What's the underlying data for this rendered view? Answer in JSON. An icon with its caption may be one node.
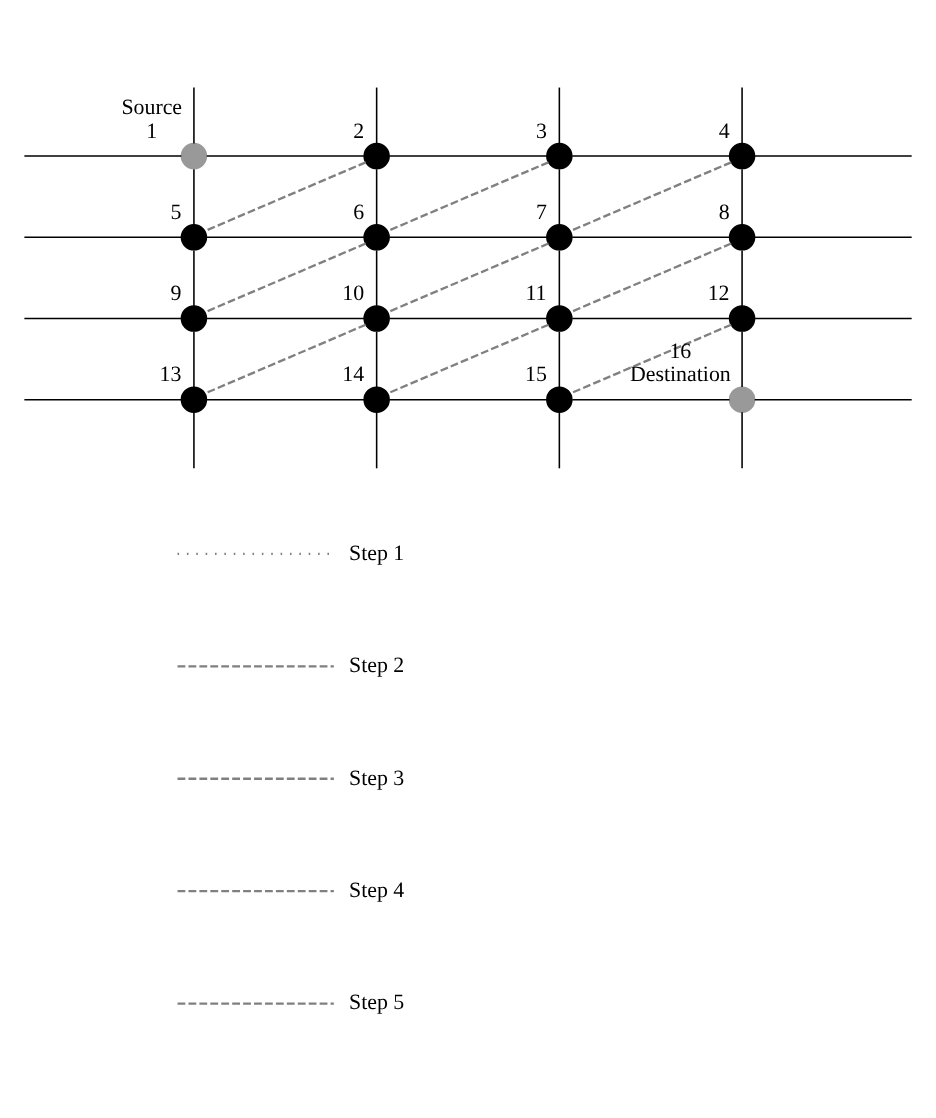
{
  "diagram": {
    "nodes": [
      {
        "text": [],
        "shape": "circle",
        "beside": [
          "Source",
          "1"
        ]
      },
      {
        "text": [],
        "shape": "circle",
        "beside": [
          "2"
        ]
      },
      {
        "text": [],
        "shape": "circle",
        "beside": [
          "3"
        ]
      },
      {
        "text": [],
        "shape": "circle",
        "beside": [
          "4"
        ]
      },
      {
        "text": [],
        "shape": "circle",
        "beside": [
          "5"
        ]
      },
      {
        "text": [],
        "shape": "circle",
        "beside": [
          "6"
        ]
      },
      {
        "text": [],
        "shape": "circle",
        "beside": [
          "7"
        ]
      },
      {
        "text": [],
        "shape": "circle",
        "beside": [
          "8"
        ]
      },
      {
        "text": [],
        "shape": "circle",
        "beside": [
          "9"
        ]
      },
      {
        "text": [],
        "shape": "circle",
        "beside": [
          "10"
        ]
      },
      {
        "text": [],
        "shape": "circle",
        "beside": [
          "11"
        ]
      },
      {
        "text": [],
        "shape": "circle",
        "beside": [
          "12"
        ]
      },
      {
        "text": [],
        "shape": "circle",
        "beside": [
          "13"
        ]
      },
      {
        "text": [],
        "shape": "circle",
        "beside": [
          "14"
        ]
      },
      {
        "text": [],
        "shape": "circle",
        "beside": [
          "15"
        ]
      },
      {
        "text": [],
        "shape": "circle",
        "beside": [
          "16",
          "Destination"
        ]
      }
    ],
    "edges": [
      {
        "from": 0,
        "to": 1,
        "arrow": "none"
      },
      {
        "from": 1,
        "to": 2,
        "arrow": "none"
      },
      {
        "from": 2,
        "to": 3,
        "arrow": "none"
      },
      {
        "from": 4,
        "to": 5,
        "arrow": "none"
      },
      {
        "from": 5,
        "to": 6,
        "arrow": "none"
      },
      {
        "from": 6,
        "to": 7,
        "arrow": "none"
      },
      {
        "from": 8,
        "to": 9,
        "arrow": "none"
      },
      {
        "from": 9,
        "to": 10,
        "arrow": "none"
      },
      {
        "from": 10,
        "to": 11,
        "arrow": "none"
      },
      {
        "from": 12,
        "to": 13,
        "arrow": "none"
      },
      {
        "from": 13,
        "to": 14,
        "arrow": "none"
      },
      {
        "from": 14,
        "to": 15,
        "arrow": "none"
      },
      {
        "from": 0,
        "to": 4,
        "arrow": "none"
      },
      {
        "from": 4,
        "to": 8,
        "arrow": "none"
      },
      {
        "from": 8,
        "to": 12,
        "arrow": "none"
      },
      {
        "from": 1,
        "to": 5,
        "arrow": "none"
      },
      {
        "from": 5,
        "to": 9,
        "arrow": "none"
      },
      {
        "from": 9,
        "to": 13,
        "arrow": "none"
      },
      {
        "from": 2,
        "to": 6,
        "arrow": "none"
      },
      {
        "from": 6,
        "to": 10,
        "arrow": "none"
      },
      {
        "from": 10,
        "to": 14,
        "arrow": "none"
      },
      {
        "from": 3,
        "to": 7,
        "arrow": "none"
      },
      {
        "from": 7,
        "to": 11,
        "arrow": "none"
      },
      {
        "from": 11,
        "to": 15,
        "arrow": "none"
      },
      {
        "from": 0,
        "to": null,
        "arrow": "none"
      },
      {
        "from": 1,
        "to": null,
        "arrow": "none"
      },
      {
        "from": 2,
        "to": null,
        "arrow": "none"
      },
      {
        "from": 3,
        "to": null,
        "arrow": "none"
      },
      {
        "from": 12,
        "to": null,
        "arrow": "none"
      },
      {
        "from": 13,
        "to": null,
        "arrow": "none"
      },
      {
        "from": 14,
        "to": null,
        "arrow": "none"
      },
      {
        "from": 15,
        "to": null,
        "arrow": "none"
      },
      {
        "from": 0,
        "to": null,
        "arrow": "none"
      },
      {
        "from": 4,
        "to": null,
        "arrow": "none"
      },
      {
        "from": 8,
        "to": null,
        "arrow": "none"
      },
      {
        "from": 12,
        "to": null,
        "arrow": "none"
      },
      {
        "from": 3,
        "to": null,
        "arrow": "none"
      },
      {
        "from": 7,
        "to": null,
        "arrow": "none"
      },
      {
        "from": 11,
        "to": null,
        "arrow": "none"
      },
      {
        "from": 15,
        "to": null,
        "arrow": "none"
      },
      {
        "from": 1,
        "to": 4,
        "arrow": "none",
        "style": "dashed",
        "color": "#808080"
      },
      {
        "from": 2,
        "to": 5,
        "arrow": "none",
        "style": "dashed",
        "color": "#808080"
      },
      {
        "from": 5,
        "to": 8,
        "arrow": "none",
        "style": "dashed",
        "color": "#808080"
      },
      {
        "from": 3,
        "to": 6,
        "arrow": "none",
        "style": "dashed",
        "color": "#808080"
      },
      {
        "from": 6,
        "to": 9,
        "arrow": "none",
        "style": "dashed",
        "color": "#808080"
      },
      {
        "from": 9,
        "to": 12,
        "arrow": "none",
        "style": "dashed",
        "color": "#808080"
      },
      {
        "from": 7,
        "to": 10,
        "arrow": "none",
        "style": "dashed",
        "color": "#808080"
      },
      {
        "from": 10,
        "to": 13,
        "arrow": "none",
        "style": "dashed",
        "color": "#808080"
      },
      {
        "from": 11,
        "to": 14,
        "arrow": "none",
        "style": "dashed",
        "color": "#808080"
      }
    ],
    "legend": [
      {
        "text": "Step 1"
      },
      {
        "text": "Step 2"
      },
      {
        "text": "Step 3"
      },
      {
        "text": "Step 4"
      },
      {
        "text": "Step 5"
      }
    ]
  }
}
